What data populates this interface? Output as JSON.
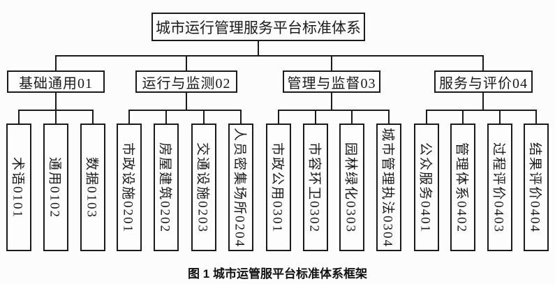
{
  "diagram": {
    "root_label": "城市运行管理服务平台标准体系",
    "groups": [
      {
        "label": "基础通用01",
        "children": [
          "术语0101",
          "通用0102",
          "数据0103"
        ]
      },
      {
        "label": "运行与监测02",
        "children": [
          "市政设施0201",
          "房屋建筑0202",
          "交通设施0203",
          "人员密集场所0204"
        ]
      },
      {
        "label": "管理与监督03",
        "children": [
          "市政公用0301",
          "市容环卫0302",
          "园林绿化0303",
          "城市管理执法0304"
        ]
      },
      {
        "label": "服务与评价04",
        "children": [
          "公众服务0401",
          "管理体系0402",
          "过程评价0403",
          "结果评价0404"
        ]
      }
    ],
    "caption": "图 1 城市运管服平台标准体系框架"
  },
  "colors": {
    "line": "#1a1a1a",
    "background": "#fcfcfc",
    "box_fill": "#fdfdfd",
    "text": "#1a1a1a"
  }
}
